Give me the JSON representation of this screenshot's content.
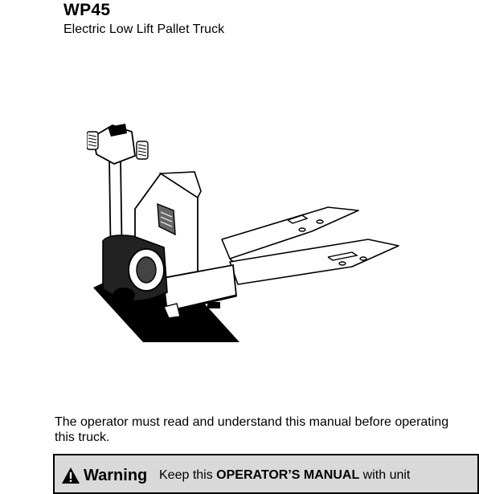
{
  "header": {
    "model": "WP45",
    "subtitle": "Electric Low Lift Pallet Truck"
  },
  "illustration": {
    "icon": "pallet-truck-illustration"
  },
  "instruction": "The operator must read and understand this manual before operating this truck.",
  "warning": {
    "icon": "warning-triangle-icon",
    "label": "Warning",
    "text_before": "Keep this ",
    "text_bold": "OPERATOR’S MANUAL",
    "text_after": " with unit"
  }
}
